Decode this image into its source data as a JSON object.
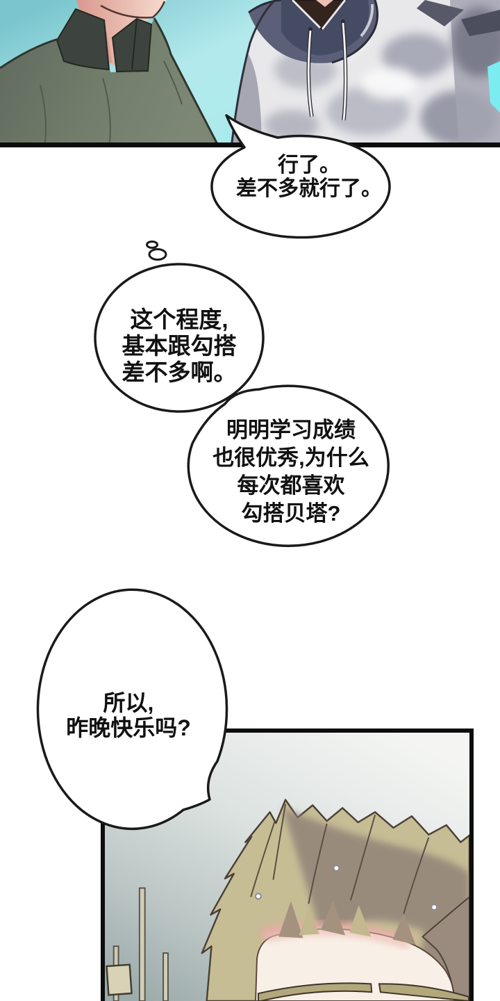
{
  "page": {
    "kind": "webtoon-comic-page",
    "background": "#ffffff"
  },
  "bubbles": [
    {
      "id": "speech-1",
      "type": "speech",
      "text": "行了。\n差不多就行了。"
    },
    {
      "id": "thought-1",
      "type": "thought",
      "text": "这个程度,\n基本跟勾搭\n差不多啊。"
    },
    {
      "id": "speech-2",
      "type": "speech",
      "text": "明明学习成绩\n也很优秀,为什么\n每次都喜欢\n勾搭贝塔?"
    },
    {
      "id": "speech-3",
      "type": "speech",
      "text": "所以,\n昨晚快乐吗?"
    }
  ],
  "panels": [
    {
      "id": "panel-top",
      "label": "two characters, teal background"
    },
    {
      "id": "panel-bottom",
      "label": "tan-haired character, gray interior"
    }
  ],
  "colors": {
    "panel_border": "#0d0d0d",
    "bubble_stroke": "#1a1a1a",
    "bubble_fill": "#ffffff",
    "top_bg_teal": "#7bc6ce",
    "top_bg_cyan": "#85f0f1",
    "shirt_green": "#6e7a6f",
    "collar_dark": "#3d433e",
    "skin_pink": "#eab7ae",
    "hood_gray_blue": "#5b6078",
    "hoodie_light": "#e8e8eb",
    "bottom_bg_top": "#f4f5f3",
    "bottom_bg_bottom": "#9dabab",
    "hair_khaki": "#c6bd95",
    "hair_shadow": "#8f7f76",
    "face_skin": "#f8f0e7",
    "hairline_pink": "#edbdb6",
    "brow_khaki": "#b3a87b"
  }
}
